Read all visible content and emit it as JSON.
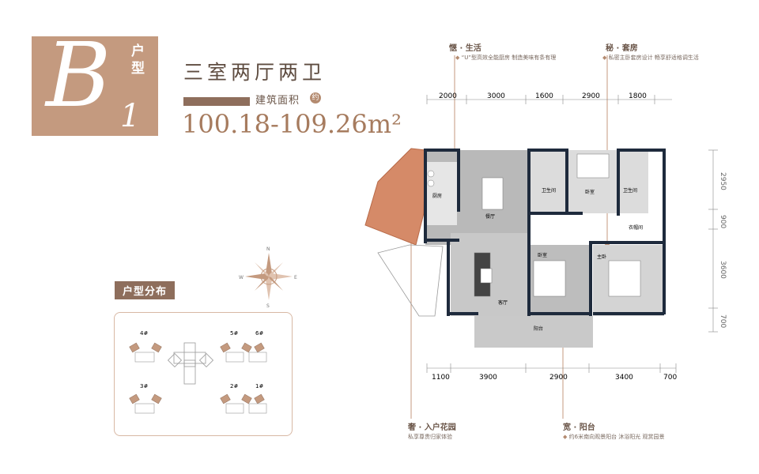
{
  "logo": {
    "letter": "B",
    "sub": "1",
    "word": "户型"
  },
  "header": {
    "title": "三室两厅两卫",
    "area_label": "建筑面积",
    "area_approx": "约",
    "area_value": "100.18-109.26m²"
  },
  "distribution": {
    "tag": "户型分布",
    "buildings": [
      "4#",
      "5#",
      "6#",
      "3#",
      "2#",
      "1#"
    ]
  },
  "callouts": {
    "kitchen": {
      "title": "惬 · 生活",
      "desc": "“U”型高效全能厨房 制造美味有条有理"
    },
    "suite": {
      "title": "秘 · 套房",
      "desc": "私密主卧套房设计 畅享舒适格调生活"
    },
    "garden": {
      "title": "奢 · 入户花园",
      "desc": "私享尊贵归家体验"
    },
    "balcony": {
      "title": "宽 · 阳台",
      "desc": "约6米南向观景阳台 沐浴阳光 观赏园景"
    }
  },
  "dimensions": {
    "top": [
      "2000",
      "3000",
      "1600",
      "2900",
      "1800"
    ],
    "bottom": [
      "1100",
      "3900",
      "2900",
      "3400",
      "700"
    ],
    "right": [
      "2950",
      "900",
      "3600",
      "700"
    ]
  },
  "rooms": {
    "kitchen": "厨房",
    "dining": "餐厅",
    "living": "客厅",
    "bath1": "卫生间",
    "bath2": "卫生间",
    "bedroom1": "卧室",
    "bedroom2": "卧室",
    "master": "主卧",
    "balcony": "阳台",
    "closet": "衣帽间"
  },
  "compass": {
    "n": "N",
    "s": "S",
    "e": "E",
    "w": "W"
  },
  "colors": {
    "accent": "#c49a7f",
    "dark_accent": "#8e6e5c",
    "wall": "#1e2a3c",
    "garden": "#d58a68"
  }
}
